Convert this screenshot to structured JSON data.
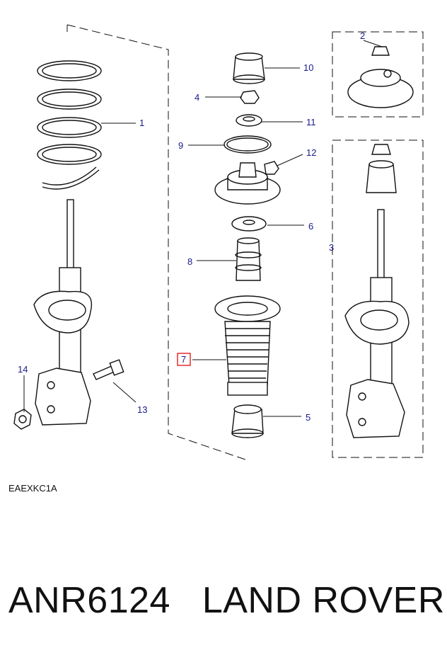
{
  "diagram": {
    "callouts": {
      "c1": "1",
      "c2": "2",
      "c3": "3",
      "c4": "4",
      "c5": "5",
      "c6": "6",
      "c7": "7",
      "c8": "8",
      "c9": "9",
      "c10": "10",
      "c11": "11",
      "c12": "12",
      "c13": "13",
      "c14": "14"
    },
    "selected_callout": "7",
    "diagram_code": "EAEXKC1A"
  },
  "caption": {
    "part_number": "ANR6124",
    "brand": "LAND ROVER"
  },
  "colors": {
    "callout_text": "#1a1a8c",
    "highlight_box": "#e02020",
    "line": "#111111",
    "background": "#ffffff"
  }
}
